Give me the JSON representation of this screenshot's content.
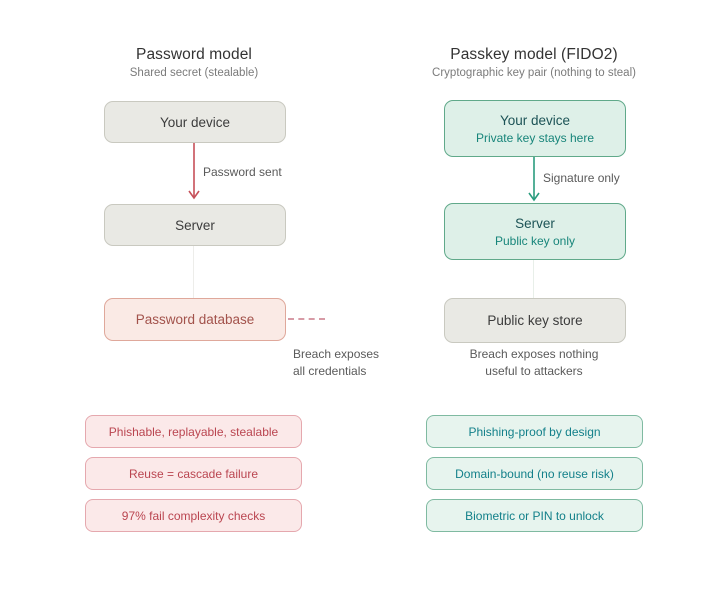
{
  "left": {
    "title": "Password model",
    "subtitle": "Shared secret (stealable)",
    "device_box": {
      "title": "Your device"
    },
    "arrow_label": "Password sent",
    "server_box": {
      "title": "Server"
    },
    "database_box": {
      "title": "Password database"
    },
    "breach_note": {
      "line1": "Breach exposes",
      "line2": "all credentials"
    },
    "badges": [
      "Phishable, replayable, stealable",
      "Reuse = cascade failure",
      "97% fail complexity checks"
    ],
    "colors": {
      "arrow": "#c65059",
      "box_bg": "#e9e9e4",
      "box_border": "#c9c9c0",
      "box_text": "#3c3c3c",
      "danger_bg": "#faeae5",
      "danger_border": "#dfa89b",
      "danger_text": "#a2524b",
      "badge_bg": "#fbe9e9",
      "badge_border": "#e5a8ae",
      "badge_text": "#ba4550",
      "dashed_line": "#d79ba6"
    }
  },
  "right": {
    "title": "Passkey model (FIDO2)",
    "subtitle": "Cryptographic key pair (nothing to steal)",
    "device_box": {
      "title": "Your device",
      "subtitle": "Private key stays here"
    },
    "arrow_label": "Signature only",
    "server_box": {
      "title": "Server",
      "subtitle": "Public key only"
    },
    "store_box": {
      "title": "Public key store"
    },
    "breach_note": {
      "line1": "Breach exposes nothing",
      "line2": "useful to attackers"
    },
    "badges": [
      "Phishing-proof by design",
      "Domain-bound (no reuse risk)",
      "Biometric or PIN to unlock"
    ],
    "colors": {
      "arrow": "#2a9c7e",
      "box_bg": "#def0e8",
      "box_border": "#60a98a",
      "box_title": "#1c5356",
      "box_subtitle": "#17857a",
      "badge_bg": "#e7f4ee",
      "badge_border": "#7fbaa1",
      "badge_text": "#13808a"
    }
  },
  "shared_colors": {
    "background": "#ffffff",
    "title_text": "#333333",
    "subtitle_text": "#7b7b7b",
    "note_text": "#5a5a5a"
  }
}
